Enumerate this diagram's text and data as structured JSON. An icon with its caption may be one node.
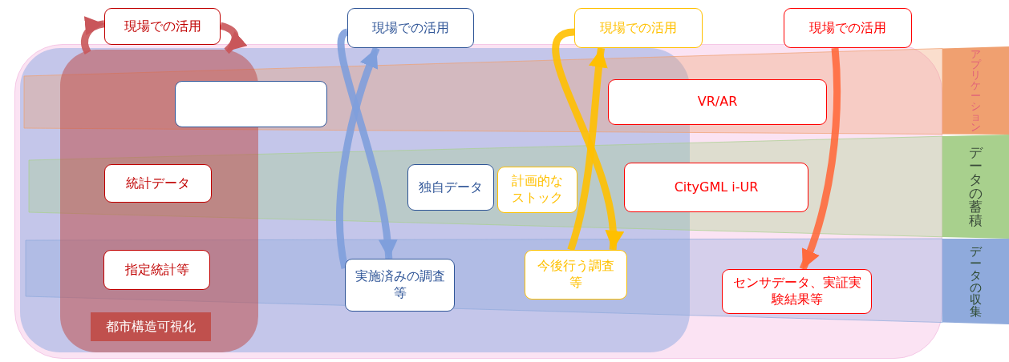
{
  "diagram": {
    "nodes": [
      {
        "text": [
          "現場での活用"
        ]
      },
      {
        "text": [
          "現場での活用"
        ]
      },
      {
        "text": [
          "現場での活用"
        ]
      },
      {
        "text": [
          "現場での活用"
        ]
      },
      {
        "text": [
          "都市構造可視化"
        ]
      },
      {
        "text": [
          "アプリケーション"
        ]
      },
      {
        "text": [],
        "shape": "box"
      },
      {
        "text": [
          "VR/AR"
        ]
      },
      {
        "text": [
          "データの蓄積"
        ]
      },
      {
        "text": [
          "統計データ"
        ],
        "in": 4
      },
      {
        "text": [
          "独自データ"
        ]
      },
      {
        "text": [
          "計画的なストック"
        ]
      },
      {
        "text": [
          "CityGML i-UR"
        ]
      },
      {
        "text": [
          "データの収集"
        ]
      },
      {
        "text": [
          "指定統計等"
        ],
        "in": 4
      },
      {
        "text": [
          "実施済みの調査等"
        ]
      },
      {
        "text": [
          "今後行う調査等"
        ]
      },
      {
        "text": [
          "センサデータ、実証実験結果等"
        ]
      }
    ],
    "edges": [
      {
        "from": 4,
        "to": 0,
        "arrow": "to",
        "color": "#c9565a"
      },
      {
        "from": 0,
        "to": 4,
        "arrow": "to",
        "color": "#c9565a"
      },
      {
        "from": 1,
        "to": 15,
        "arrow": "to",
        "color": "#7f9fdc"
      },
      {
        "from": 15,
        "to": 1,
        "arrow": "to",
        "color": "#7f9fdc"
      },
      {
        "from": 2,
        "to": 16,
        "arrow": "to",
        "color": "#ffc000"
      },
      {
        "from": 16,
        "to": 2,
        "arrow": "to",
        "color": "#ffc000"
      },
      {
        "from": 3,
        "to": 17,
        "arrow": "to",
        "color": "#ff6a3d"
      }
    ]
  }
}
